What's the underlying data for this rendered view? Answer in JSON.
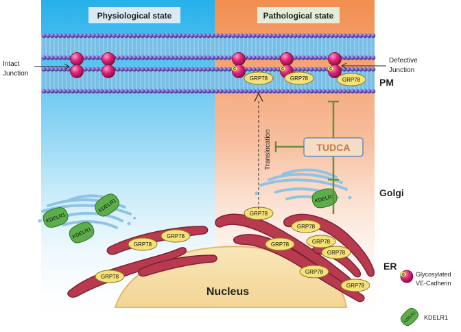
{
  "panels": {
    "left_title": "Physiological state",
    "right_title": "Pathological state"
  },
  "labels": {
    "intact_line1": "Intact",
    "intact_line2": "Junction",
    "defective_line1": "Defective",
    "defective_line2": "Junction",
    "pm": "PM",
    "golgi": "Golgi",
    "er": "ER",
    "nucleus": "Nucleus",
    "translocation": "Translocation",
    "tudca": "TUDCA",
    "grp78": "GRP78",
    "kdelr1": "KDELR1",
    "glyco_mark": "G"
  },
  "legend": {
    "glyco_line1": "Glycosylated",
    "glyco_line2": "VE-Cadherin",
    "kdelr1": "KDELR1"
  },
  "colors": {
    "left_bg_top": "#2cb5ea",
    "right_bg_top": "#f39a62",
    "membrane_head": "#5a3fa8",
    "membrane_tail": "#7fc4e8",
    "grp78_fill": "#f6e27a",
    "er_fill": "#b73a4f",
    "golgi": "#8ec3e6",
    "kdelr1": "#5cae4a",
    "cadherin": "#e0257a",
    "inhibit": "#6a8c3a",
    "nucleus": "#f5dca6"
  }
}
